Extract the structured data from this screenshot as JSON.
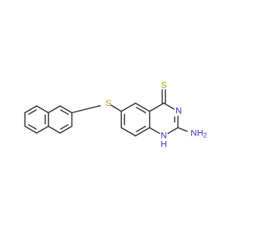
{
  "molecule": {
    "labels": {
      "sulfur_bridge": "S",
      "thione": "S",
      "ring_nitrogen": "N",
      "nh_n": "N",
      "nh_h": "H",
      "amine": "NH",
      "amine_subscript": "2"
    },
    "colors": {
      "bond": "#333333",
      "sulfur": "#b3a000",
      "nitrogen": "#3333cc"
    }
  }
}
